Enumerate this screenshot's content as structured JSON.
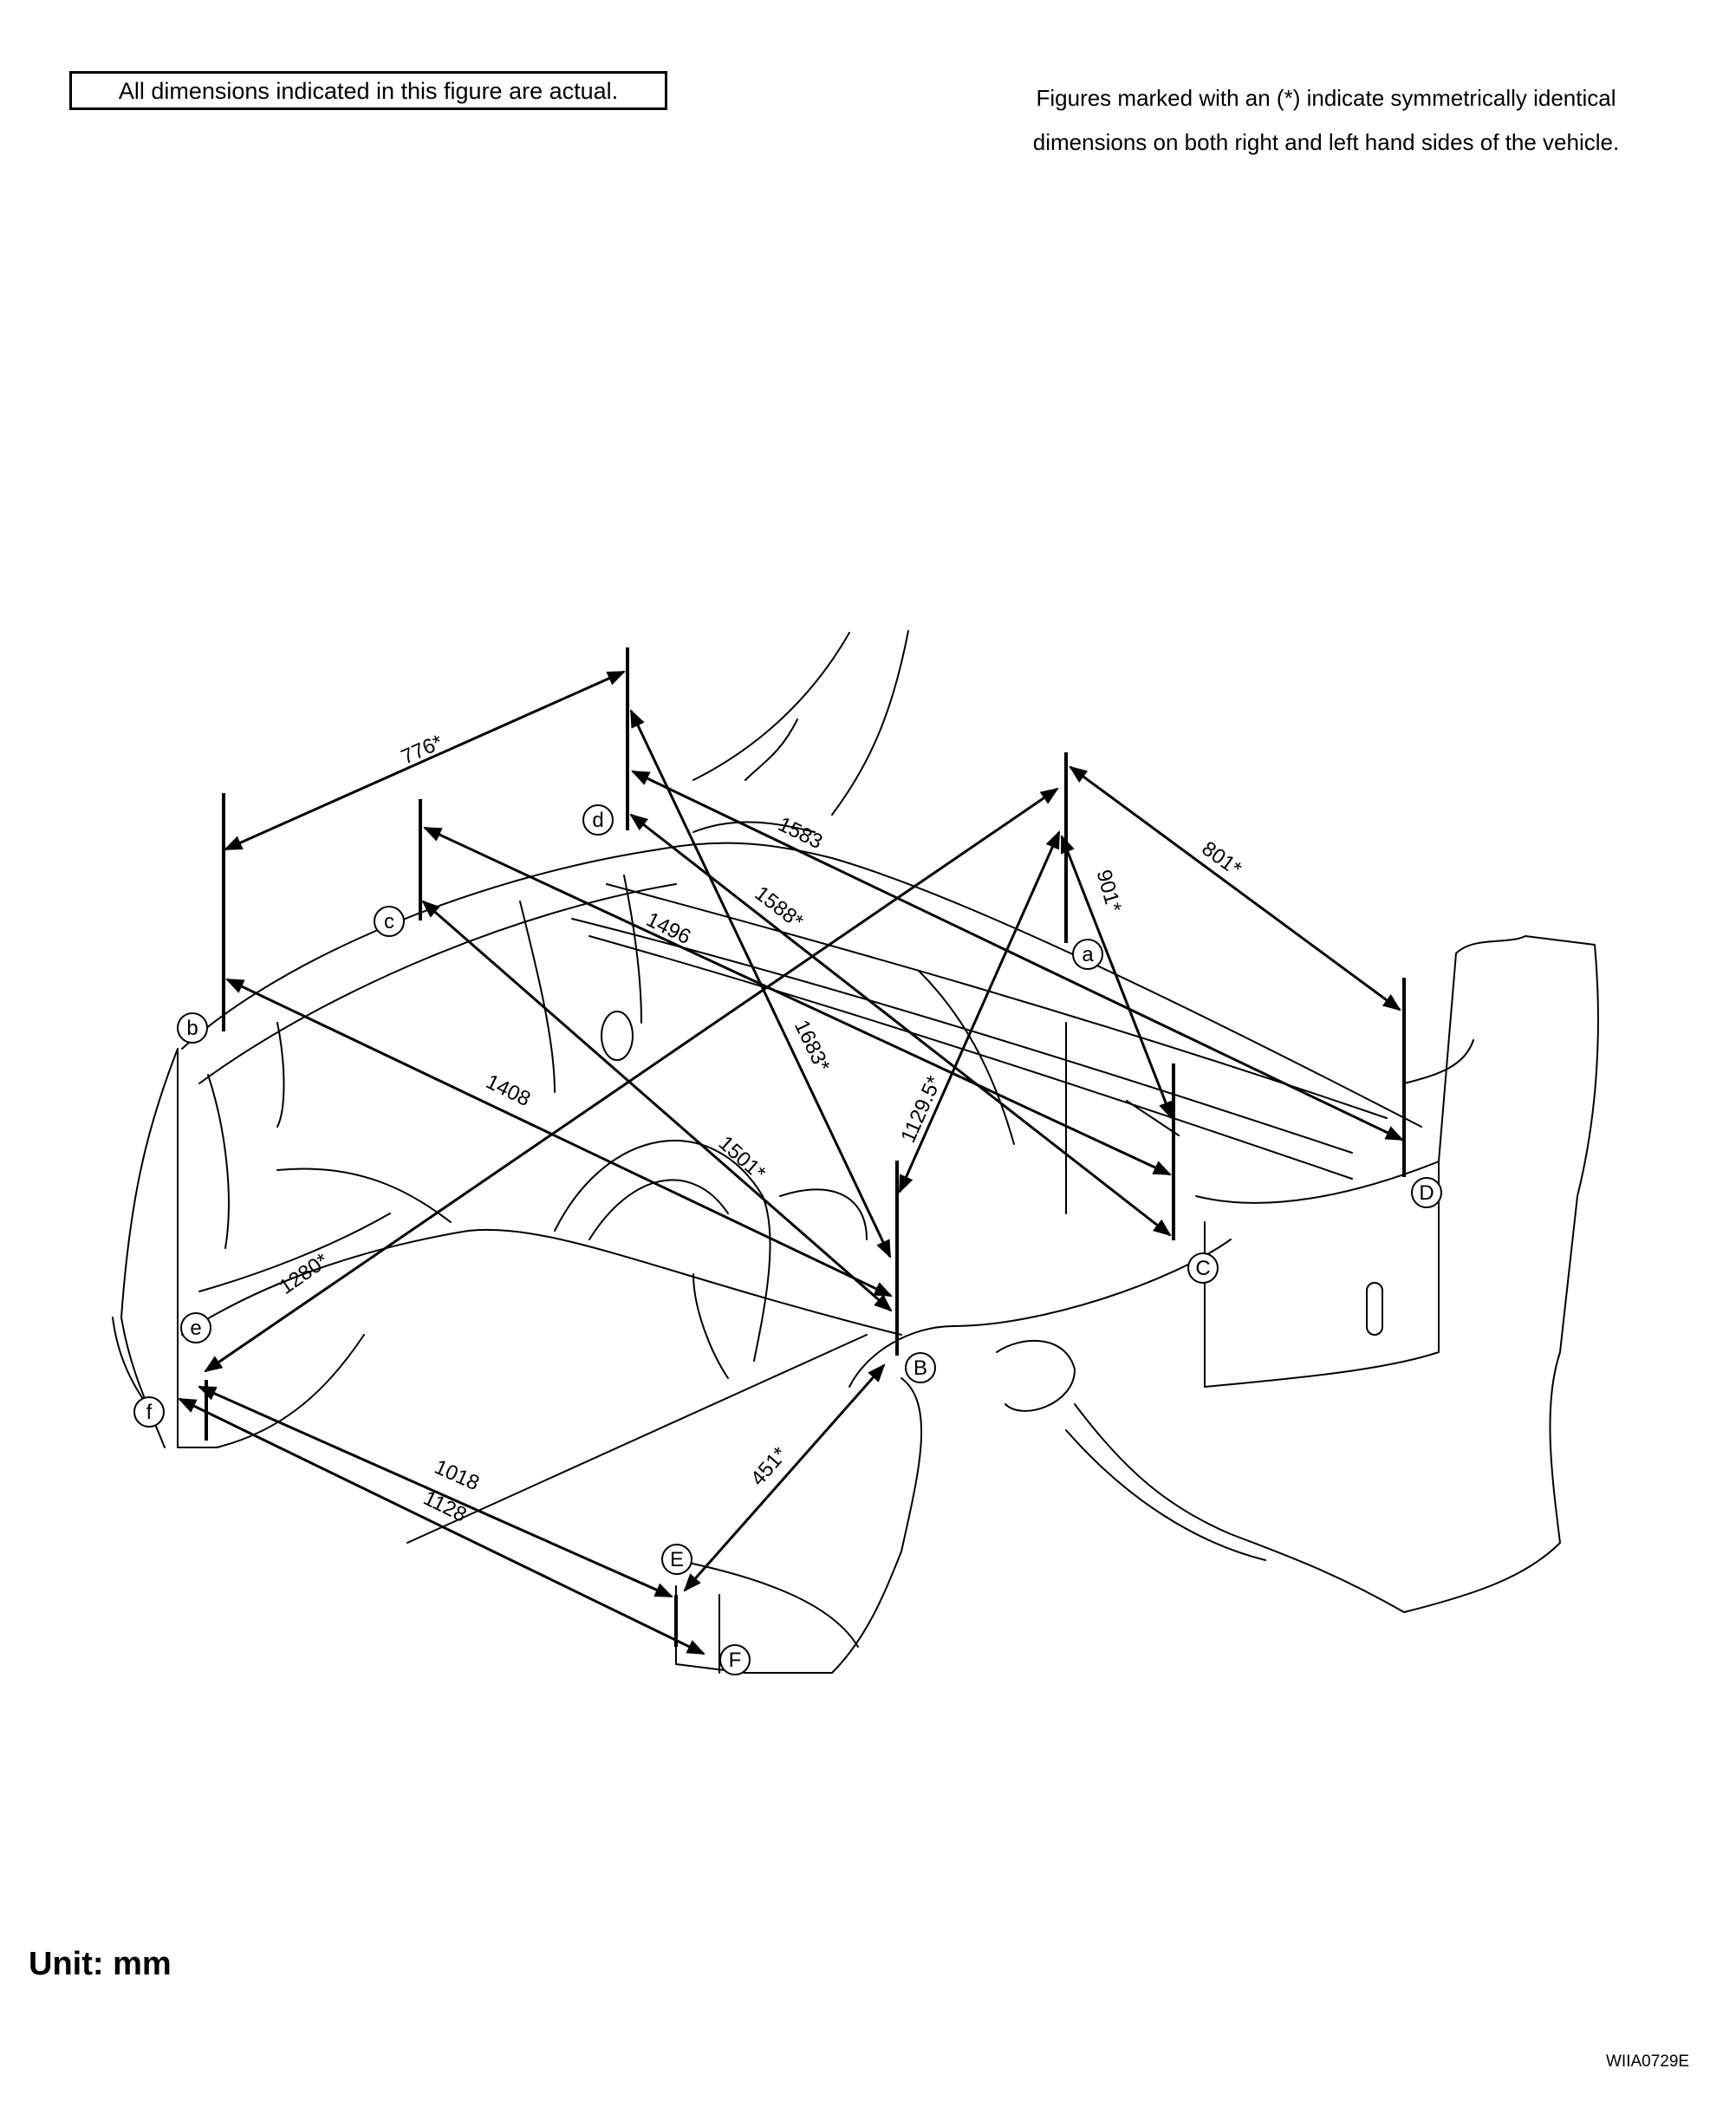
{
  "notes": {
    "actual_dimensions": "All dimensions indicated in this figure are actual.",
    "symmetric_line1": "Figures marked with an (*) indicate symmetrically identical",
    "symmetric_line2": "dimensions on both right and left hand sides of the vehicle."
  },
  "unit": "Unit: mm",
  "figure_code": "WIIA0729E",
  "points": {
    "a": "a",
    "b": "b",
    "c": "c",
    "d": "d",
    "e": "e",
    "f": "f",
    "B": "B",
    "C": "C",
    "D": "D",
    "E": "E",
    "F": "F"
  },
  "dimensions": {
    "d776": "776*",
    "d801": "801*",
    "d901": "901*",
    "d1583": "1583",
    "d1588": "1588*",
    "d1496": "1496",
    "d1683": "1683*",
    "d1129": "1129.5*",
    "d1408": "1408",
    "d1501": "1501*",
    "d1280": "1280*",
    "d451": "451*",
    "d1018": "1018",
    "d1128": "1128"
  }
}
